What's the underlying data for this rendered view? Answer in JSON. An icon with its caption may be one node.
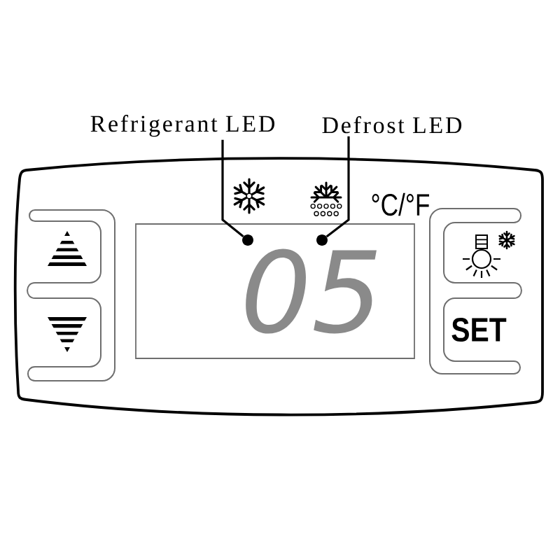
{
  "diagram": {
    "nodes": [
      {
        "text": [
          "Refrigerant LED"
        ]
      },
      {
        "text": [
          "Defrost LED"
        ]
      },
      {
        "text": [],
        "shape": "box"
      },
      {
        "text": [
          "05"
        ],
        "in": 2
      },
      {
        "text": [],
        "shape": "box",
        "in": 2
      },
      {
        "text": [],
        "shape": "box",
        "in": 2
      },
      {
        "text": [],
        "shape": "box",
        "in": 2
      },
      {
        "text": [
          "SET"
        ],
        "in": 2
      },
      {
        "text": [],
        "shape": "circle",
        "in": 3
      },
      {
        "text": [],
        "shape": "circle",
        "in": 3
      }
    ],
    "edges": [
      {
        "from": 0,
        "to": 8,
        "arrow": "none"
      },
      {
        "from": 1,
        "to": 9,
        "arrow": "none"
      }
    ],
    "labels": [
      "°C/°F"
    ]
  }
}
